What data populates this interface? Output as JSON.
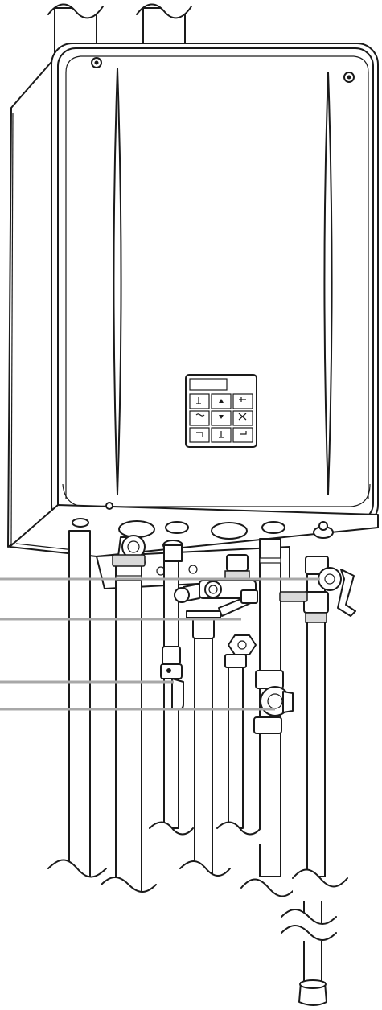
{
  "diagram": {
    "colors": {
      "line": "#1a1a1a",
      "leader": "#a8a8a8",
      "background": "#ffffff"
    },
    "leader_lines": 4,
    "control_panel": {
      "display": "blank",
      "buttons": 9
    }
  }
}
